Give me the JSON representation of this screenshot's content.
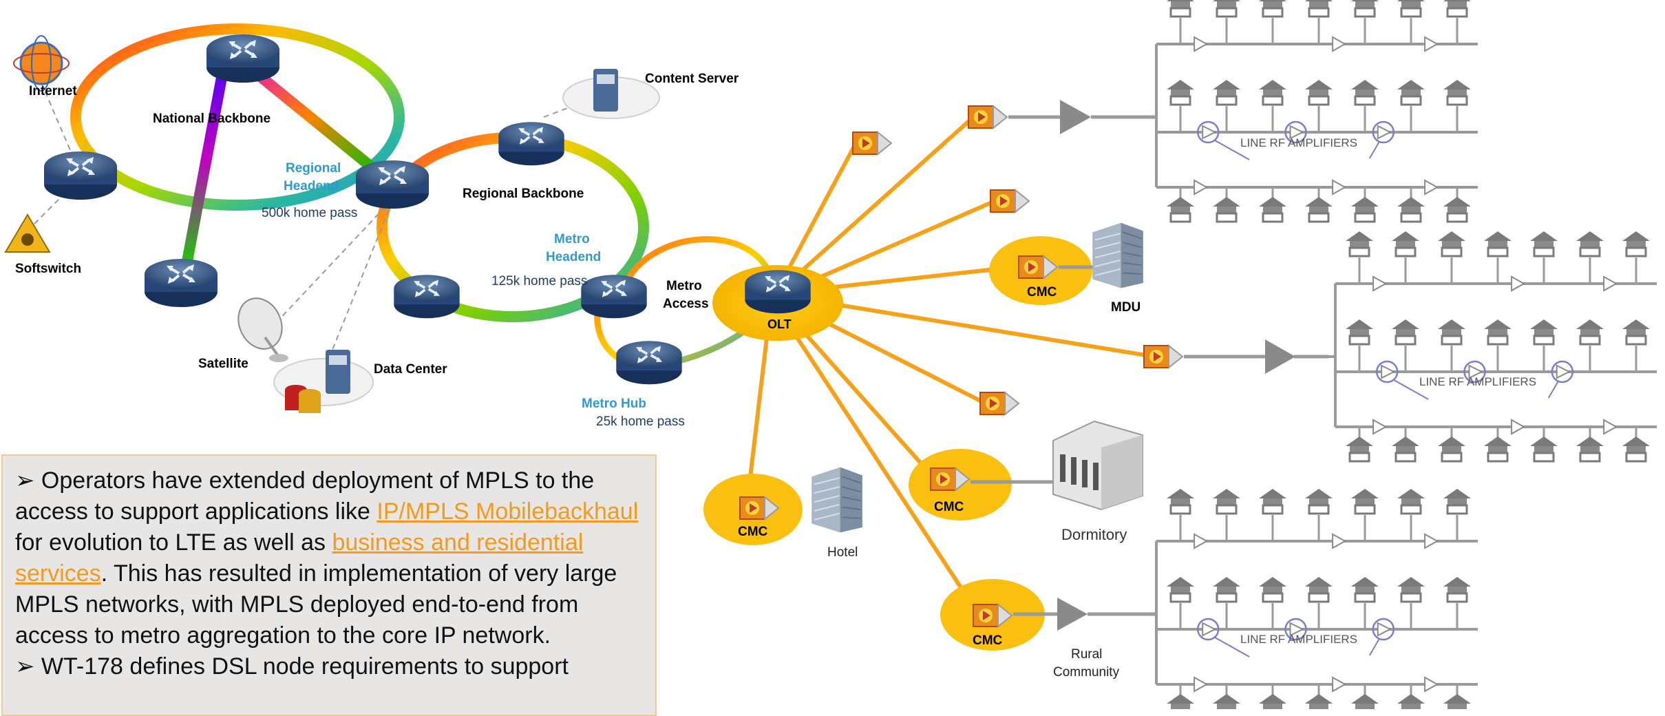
{
  "labels": {
    "internet": "Internet",
    "national_backbone": "National Backbone",
    "softswitch": "Softswitch",
    "regional_headend": "Regional\nHeadend",
    "regional_pass": "500k home pass",
    "regional_backbone": "Regional Backbone",
    "content_server": "Content Server",
    "satellite": "Satellite",
    "data_center": "Data Center",
    "metro_headend": "Metro\nHeadend",
    "metro_pass": "125k home pass",
    "metro_access": "Metro\nAccess",
    "metro_hub": "Metro Hub",
    "hub_pass": "25k home pass",
    "olt": "OLT",
    "cmc": "CMC",
    "mdu": "MDU",
    "hotel": "Hotel",
    "dormitory": "Dormitory",
    "rural_community": "Rural\nCommunity",
    "line_rf_amplifiers": "LINE RF AMPLIFIERS"
  },
  "textbox": {
    "p1_a": "➢ Operators have extended deployment of MPLS to the  access to support applications like ",
    "p1_link1": "IP/MPLS Mobilebackhaul",
    "p1_b": " for evolution to LTE as well as ",
    "p1_link2": "business and residential services",
    "p1_c": ". This has resulted in implementation of very large MPLS networks, with MPLS deployed end-to-end from access to metro aggregation to the core IP  network.",
    "p2": "➢ WT-178 defines DSL node requirements to support"
  },
  "colors": {
    "fiber": "#f7a11a",
    "cmc_zone": "#fbbf10",
    "router": "#2f4f7d",
    "coax": "#9a9a9a",
    "house": "#7a7a7a",
    "amp_circle": "#7b7bd4",
    "link": "#f39a1e",
    "blue_label": "#2f9ad0"
  }
}
